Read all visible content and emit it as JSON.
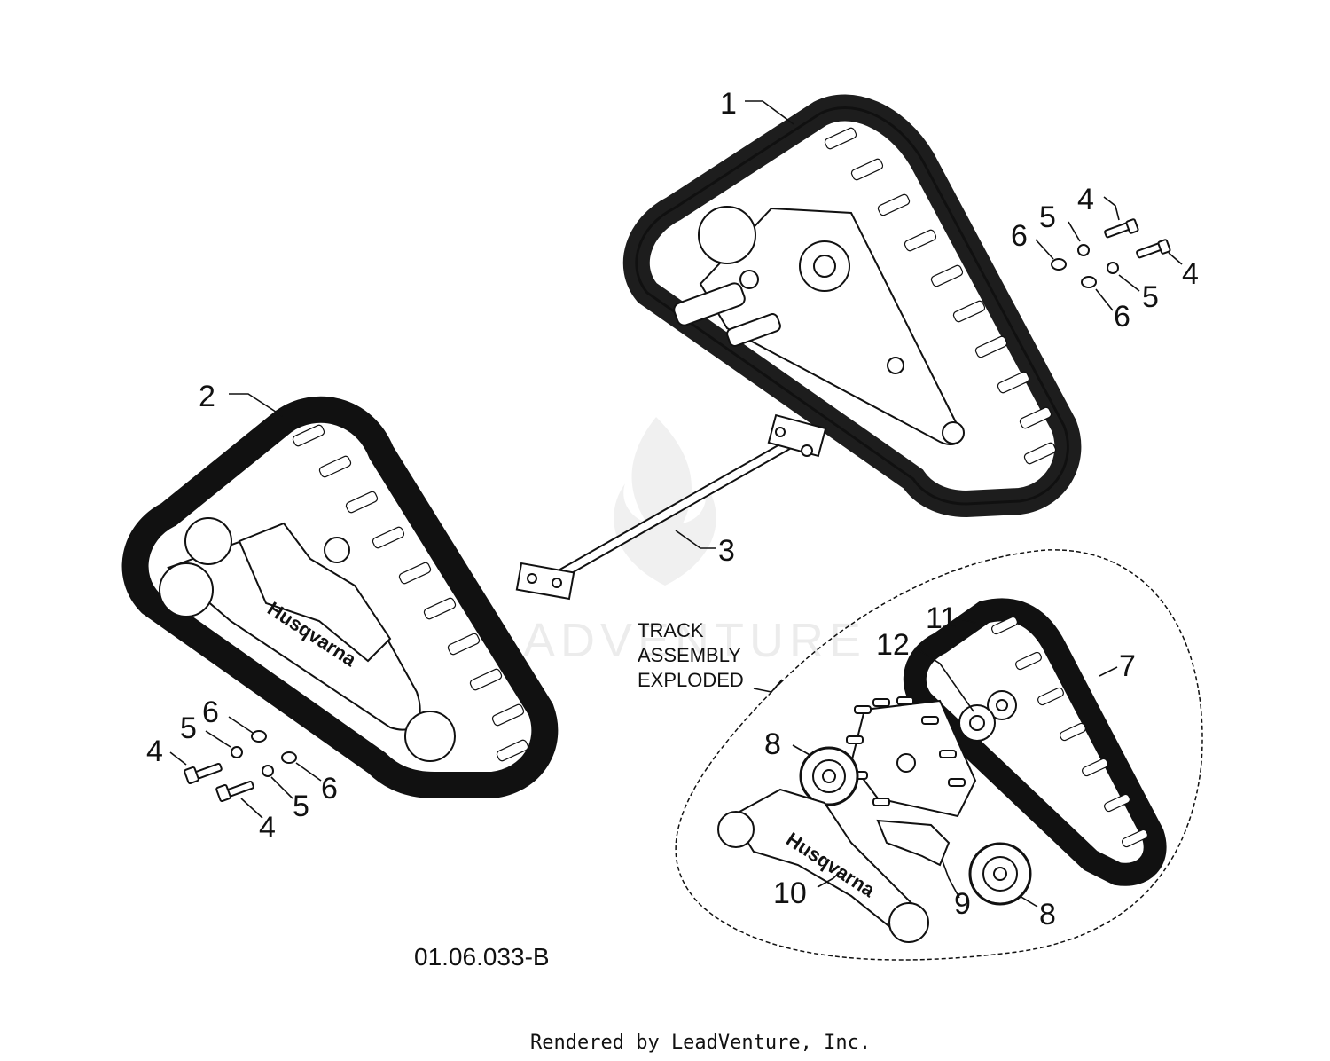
{
  "callouts": {
    "c1": "1",
    "c2": "2",
    "c3": "3",
    "c4a": "4",
    "c4b": "4",
    "c4c": "4",
    "c4d": "4",
    "c5a": "5",
    "c5b": "5",
    "c5c": "5",
    "c5d": "5",
    "c6a": "6",
    "c6b": "6",
    "c6c": "6",
    "c6d": "6",
    "c7": "7",
    "c8a": "8",
    "c8b": "8",
    "c9": "9",
    "c10": "10",
    "c11": "11",
    "c12": "12"
  },
  "exploded_label": [
    "TRACK",
    "ASSEMBLY",
    "EXPLODED"
  ],
  "drawing_code": "01.06.033-B",
  "footer": "Rendered by LeadVenture, Inc.",
  "watermark": "ADVENTURE",
  "brand_mark": "Husqvarna"
}
